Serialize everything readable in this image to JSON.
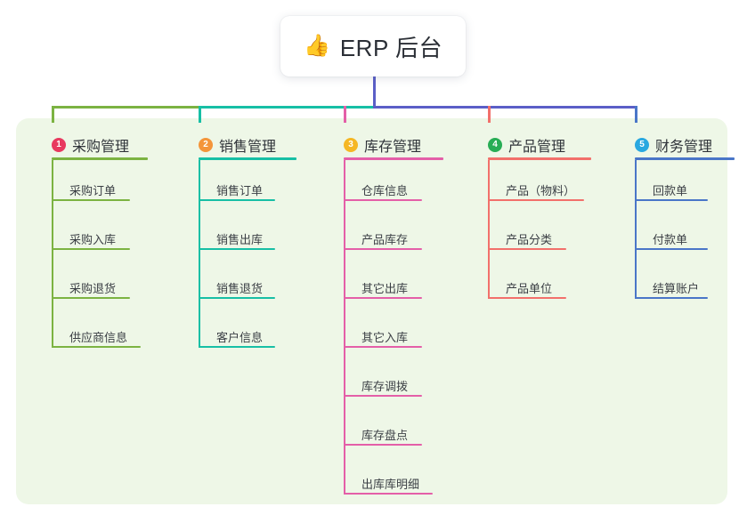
{
  "root": {
    "emoji": "👍",
    "emoji_name": "thumbs-up-icon",
    "title": "ERP 后台"
  },
  "palette": {
    "panel_bg": "#eef7e7",
    "card_bg": "#ffffff",
    "text": "#2f3339",
    "branch1_accent": "#7cb342",
    "branch1_badge": "#e8395f",
    "branch2_accent": "#17bfa5",
    "branch2_badge": "#f4953a",
    "branch3_accent": "#e45fa8",
    "branch3_badge": "#f5b724",
    "branch4_accent": "#f2706b",
    "branch4_badge": "#28ad55",
    "branch5_accent": "#4a76c8",
    "branch5_badge": "#29a8e0",
    "trunk": "#5b5fc7"
  },
  "branches": [
    {
      "index": "1",
      "label": "采购管理",
      "accent": "#7cb342",
      "badge_color": "#e8395f",
      "items": [
        "采购订单",
        "采购入库",
        "采购退货",
        "供应商信息"
      ]
    },
    {
      "index": "2",
      "label": "销售管理",
      "accent": "#17bfa5",
      "badge_color": "#f4953a",
      "items": [
        "销售订单",
        "销售出库",
        "销售退货",
        "客户信息"
      ]
    },
    {
      "index": "3",
      "label": "库存管理",
      "accent": "#e45fa8",
      "badge_color": "#f5b724",
      "items": [
        "仓库信息",
        "产品库存",
        "其它出库",
        "其它入库",
        "库存调拨",
        "库存盘点",
        "出库库明细"
      ]
    },
    {
      "index": "4",
      "label": "产品管理",
      "accent": "#f2706b",
      "badge_color": "#28ad55",
      "items": [
        "产品（物料）",
        "产品分类",
        "产品单位"
      ]
    },
    {
      "index": "5",
      "label": "财务管理",
      "accent": "#4a76c8",
      "badge_color": "#29a8e0",
      "items": [
        "回款单",
        "付款单",
        "结算账户"
      ]
    }
  ]
}
